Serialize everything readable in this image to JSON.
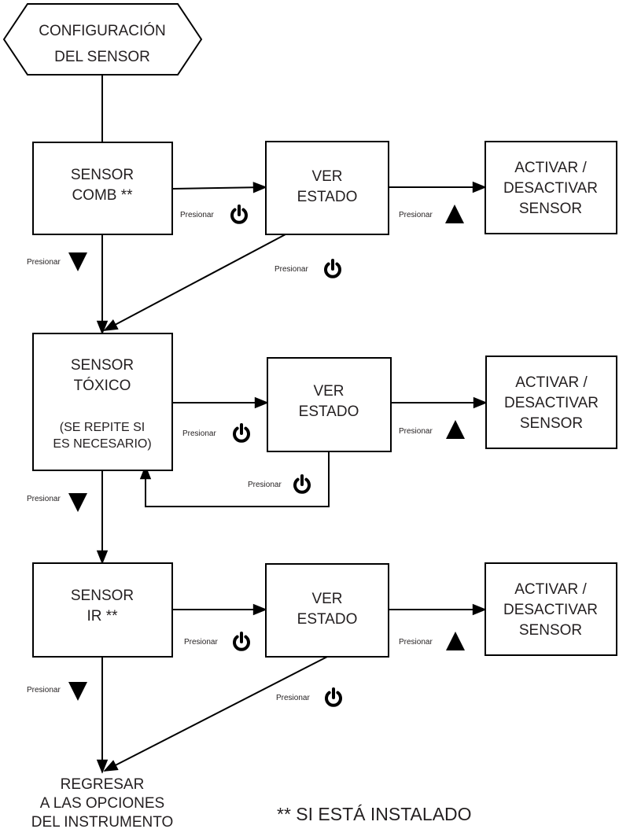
{
  "start": {
    "line1": "CONFIGURACIÓN",
    "line2": "DEL SENSOR"
  },
  "rows": [
    {
      "sensor": {
        "line1": "SENSOR",
        "line2": "COMB **"
      },
      "ver": {
        "line1": "VER",
        "line2": "ESTADO"
      },
      "activar": {
        "line1": "ACTIVAR /",
        "line2": "DESACTIVAR",
        "line3": "SENSOR"
      }
    },
    {
      "sensor": {
        "line1": "SENSOR",
        "line2": "TÓXICO",
        "line3": "(SE REPITE SI",
        "line4": "ES NECESARIO)"
      },
      "ver": {
        "line1": "VER",
        "line2": "ESTADO"
      },
      "activar": {
        "line1": "ACTIVAR /",
        "line2": "DESACTIVAR",
        "line3": "SENSOR"
      }
    },
    {
      "sensor": {
        "line1": "SENSOR",
        "line2": "IR **"
      },
      "ver": {
        "line1": "VER",
        "line2": "ESTADO"
      },
      "activar": {
        "line1": "ACTIVAR /",
        "line2": "DESACTIVAR",
        "line3": "SENSOR"
      }
    }
  ],
  "press_label": "Presionar",
  "end": {
    "line1": "REGRESAR",
    "line2": "A LAS OPCIONES",
    "line3": "DEL INSTRUMENTO"
  },
  "footnote": "** SI ESTÁ INSTALADO",
  "icons": {
    "power": "power-icon",
    "up": "up-triangle-icon",
    "down": "down-triangle-icon"
  },
  "colors": {
    "ink": "#000000",
    "text": "#231f20"
  }
}
